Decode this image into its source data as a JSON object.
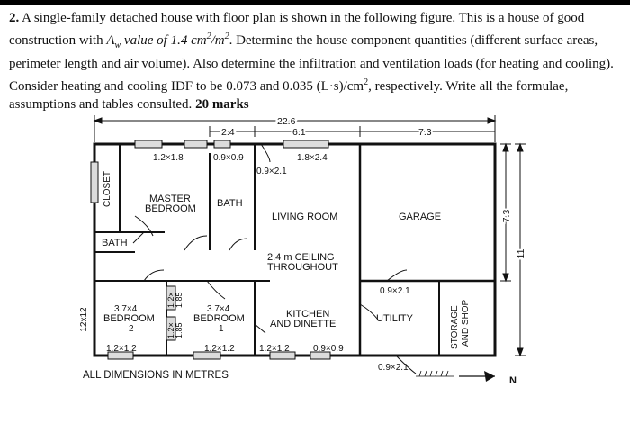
{
  "problem": {
    "number": "2.",
    "text_1": " A single-family detached house with floor plan is shown in the following figure. This is a house of good construction with ",
    "aw_symbol": "A",
    "aw_sub": "w",
    "aw_value": " value of 1.4 cm",
    "aw_unit_sup": "2",
    "aw_unit_rest": "/m",
    "aw_unit_sup2": "2",
    "text_2": ". Determine the house component quantities (different surface areas, perimeter length and air volume). Also determine the infiltration and ventilation loads (for heating and cooling). Consider heating and cooling IDF to be 0.073 and 0.035 (L·s)/cm",
    "idf_sup": "2",
    "text_3": ", respectively. Write all the formulae, assumptions and tables consulted. ",
    "marks": "20 marks"
  },
  "floor_plan": {
    "dimensions": {
      "total_width": "22.6",
      "seg_left": "2.4",
      "seg_mid": "6.1",
      "seg_right": "7.3",
      "right_upper": "7.3",
      "right_total": "11",
      "left_side": "12x12"
    },
    "windows": {
      "w_master": "1.2×1.8",
      "w_bath_top": "0.9×0.9",
      "w_living": "1.8×2.4",
      "w_bed2_left": "1.2×",
      "w_bed2_sub": "1.85",
      "w_bed1_left": "1.2×",
      "w_bed1_sub": "1.85",
      "w_bed2_bottom": "1.2×1.2",
      "w_bed1_bottom": "1.2×1.2",
      "w_kitchen_bottom": "1.2×1.2"
    },
    "doors": {
      "d_front": "0.9×2.1",
      "d_garage_utility": "0.9×2.1",
      "d_kitchen": "0.9×0.9",
      "d_utility_out": "0.9×2.1"
    },
    "rooms": {
      "closet": "CLOSET",
      "master_1": "MASTER",
      "master_2": "BEDROOM",
      "bath_top": "BATH",
      "living": "LIVING ROOM",
      "garage": "GARAGE",
      "bath_left": "BATH",
      "ceiling_1": "2.4 m CEILING",
      "ceiling_2": "THROUGHOUT",
      "bed2_dim": "3.7×4",
      "bed2_name": "BEDROOM",
      "bed2_num": "2",
      "bed1_dim": "3.7×4",
      "bed1_name": "BEDROOM",
      "bed1_num": "1",
      "kitchen_1": "KITCHEN",
      "kitchen_2": "AND DINETTE",
      "utility": "UTILITY",
      "storage_1": "STORAGE",
      "storage_2": "AND SHOP"
    },
    "footer": "ALL DIMENSIONS IN METRES",
    "north": "N"
  },
  "colors": {
    "ink": "#111111",
    "window_fill": "#dcdcdc"
  }
}
